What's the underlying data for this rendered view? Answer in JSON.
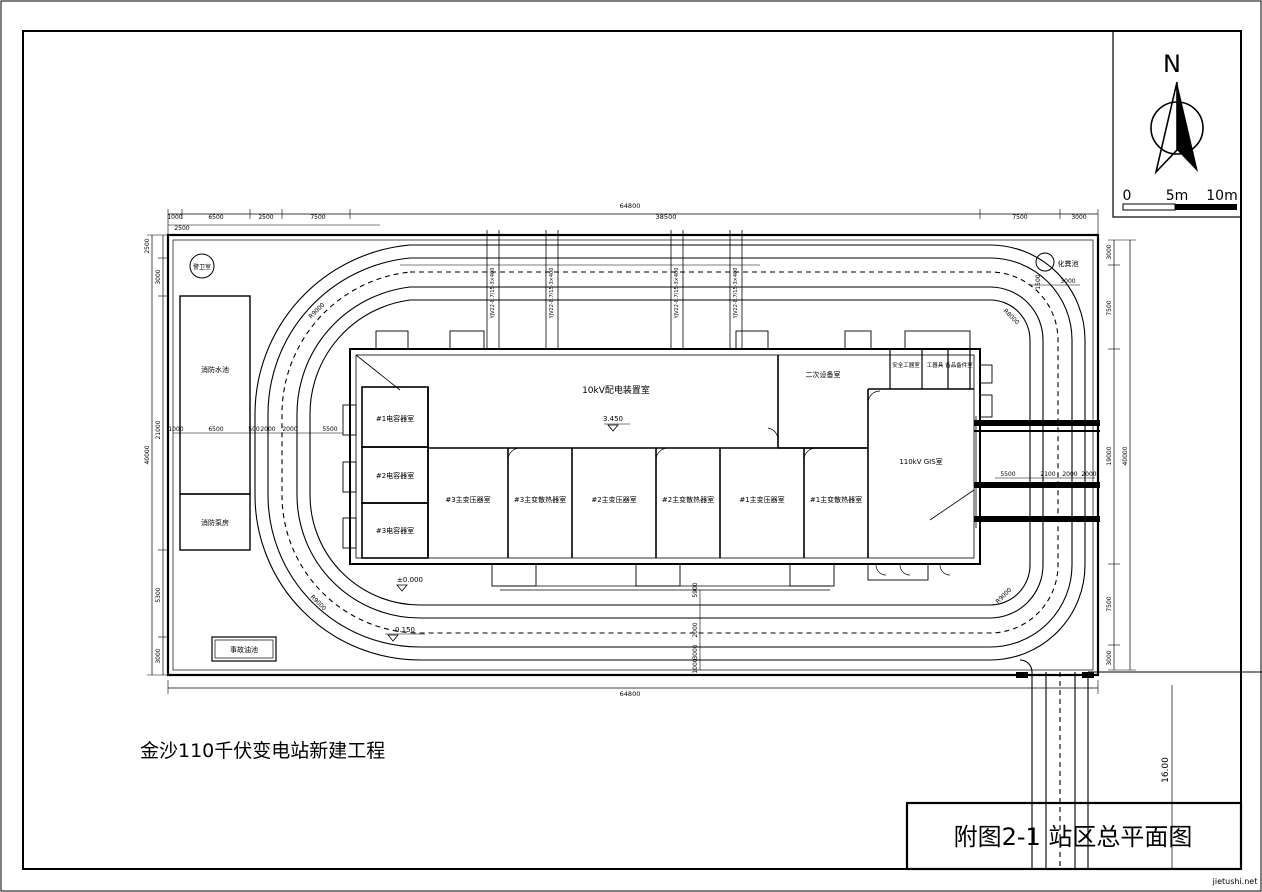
{
  "project_title": "金沙110千伏变电站新建工程",
  "figure_title": "附图2-1  站区总平面图",
  "watermark": "jietushi.net",
  "north": {
    "label": "N",
    "scale_labels": [
      "0",
      "5m",
      "10m"
    ]
  },
  "rooms": {
    "dist_10kv": "10kV配电装置室",
    "secondary": "二次设备室",
    "gis_110kv": "110kV GIS室",
    "safety_tools": "安全工器室",
    "tool_room": "工器具",
    "spare_parts": "备品备件室",
    "capacitor_1": "#1电容器室",
    "capacitor_2": "#2电容器室",
    "capacitor_3": "#3电容器室",
    "transformer_3": "#3主变压器室",
    "radiator_3": "#3主变散热器室",
    "transformer_2": "#2主变压器室",
    "radiator_2": "#2主变散热器室",
    "transformer_1": "#1主变压器室",
    "radiator_1": "#1主变散热器室",
    "fire_pool": "消防水池",
    "fire_pump": "消防泵房",
    "accident_oil_pool": "事故油池",
    "guard_room": "警卫室",
    "septic": "化粪池"
  },
  "elevations": {
    "floor": "3.450",
    "ground": "±0.000",
    "road": "0.150"
  },
  "dimensions": {
    "top_total": "64800",
    "bottom_total": "64800",
    "top_middle": "38500",
    "top_segments": [
      "1000",
      "6500",
      "2500",
      "7500",
      "7500",
      "3000"
    ],
    "top_sub": "2500",
    "left_side": [
      "2500",
      "3000",
      "21000",
      "40000",
      "5300",
      "3000"
    ],
    "right_side": [
      "3000",
      "7500",
      "19000",
      "40000",
      "7500",
      "3000"
    ],
    "interior_row": [
      "1000",
      "6500",
      "500",
      "2000",
      "2000",
      "5500"
    ],
    "right_row": [
      "5500",
      "2100",
      "2000",
      "2000"
    ],
    "septic_dim": [
      "1500",
      "3000"
    ],
    "road_radius": [
      "R9000",
      "R8000",
      "R9000",
      "R9000"
    ],
    "south_dim": [
      "5900",
      "2000",
      "3000",
      "1000"
    ],
    "road_length": "16.00",
    "cable_labels": [
      "YJV22-8.7/15-3×400",
      "YJV22-8.7/15-3×400",
      "YJV22-8.7/15-3×400",
      "YJV22-8.7/15-3×400"
    ]
  }
}
